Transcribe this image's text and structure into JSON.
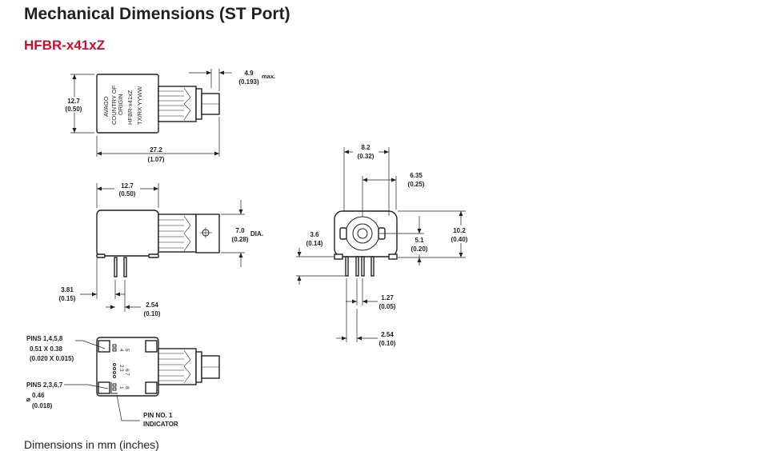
{
  "header": {
    "title": "Mechanical Dimensions (ST Port)",
    "subtitle": "HFBR-x41xZ",
    "subtitle_color": "#c8102e"
  },
  "marking": {
    "line1": "AVAGO",
    "line2": "COUNTRY OF",
    "line3": "ORIGIN",
    "line4": "HFBR-x41xZ",
    "line5": "TX/RX   YYWW"
  },
  "dimensions": {
    "nose_length": "4.9",
    "nose_length_in": "(0.193)",
    "nose_length_note": "max.",
    "height": "12.7",
    "height_in": "(0.50)",
    "overall_length": "27.2",
    "overall_length_in": "(1.07)",
    "body_length": "12.7",
    "body_length_in": "(0.50)",
    "port_dia": "7.0",
    "port_dia_in": "(0.28)",
    "port_dia_note": "DIA.",
    "pin_offset": "3.81",
    "pin_offset_in": "(0.15)",
    "pin_spacing": "2.54",
    "pin_spacing_in": "(0.10)",
    "front_width": "8.2",
    "front_width_in": "(0.32)",
    "front_center": "6.35",
    "front_center_in": "(0.25)",
    "front_height": "10.2",
    "front_height_in": "(0.40)",
    "optical_center": "5.1",
    "optical_center_in": "(0.20)",
    "pin_length": "3.6",
    "pin_length_in": "(0.14)",
    "pin_row_offset": "1.27",
    "pin_row_offset_in": "(0.05)",
    "pin_pitch": "2.54",
    "pin_pitch_in": "(0.10)"
  },
  "pins": {
    "group1_label": "PINS 1,4,5,8",
    "group1_size": "0.51 X 0.38",
    "group1_size_in": "(0.020 X 0.015)",
    "group2_label": "PINS 2,3,6,7",
    "group2_dia_symbol": "⌀",
    "group2_dia": "0.46",
    "group2_dia_in": "(0.018)",
    "pin1_indicator_line1": "PIN NO. 1",
    "pin1_indicator_line2": "INDICATOR",
    "numbers": [
      "1",
      "2",
      "3",
      "4",
      "5",
      "6",
      "7",
      "8"
    ]
  },
  "footer": {
    "note": "Dimensions in mm (inches)"
  }
}
